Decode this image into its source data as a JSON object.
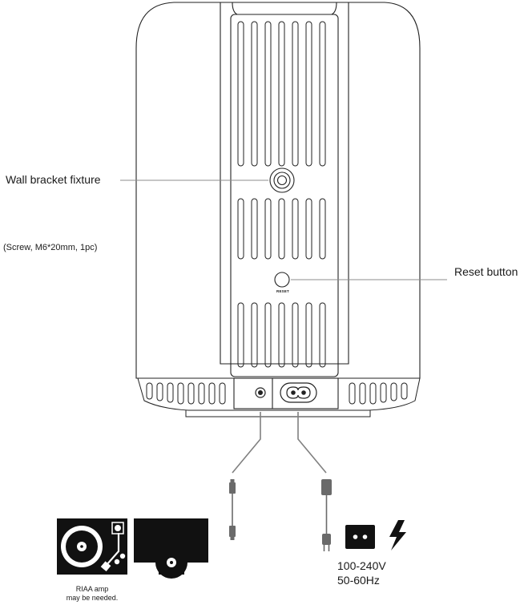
{
  "labels": {
    "wall_bracket": "Wall bracket fixture",
    "screw_spec": "(Screw, M6*20mm, 1pc)",
    "reset_button": "Reset button",
    "reset_marking": "RESET",
    "riaa_line1": "RIAA amp",
    "riaa_line2": "may be needed.",
    "voltage": "100-240V",
    "frequency": "50-60Hz"
  },
  "icons": {
    "turntable": "turntable-icon",
    "record_player": "record-player-icon",
    "audio_cable": "aux-cable-icon",
    "power_cable": "power-cable-icon",
    "wall_outlet": "wall-outlet-icon",
    "lightning": "lightning-bolt-icon"
  },
  "colors": {
    "line": "#222222",
    "leader": "#8c8c8c",
    "icon_fill": "#111111",
    "cable": "#808080"
  }
}
